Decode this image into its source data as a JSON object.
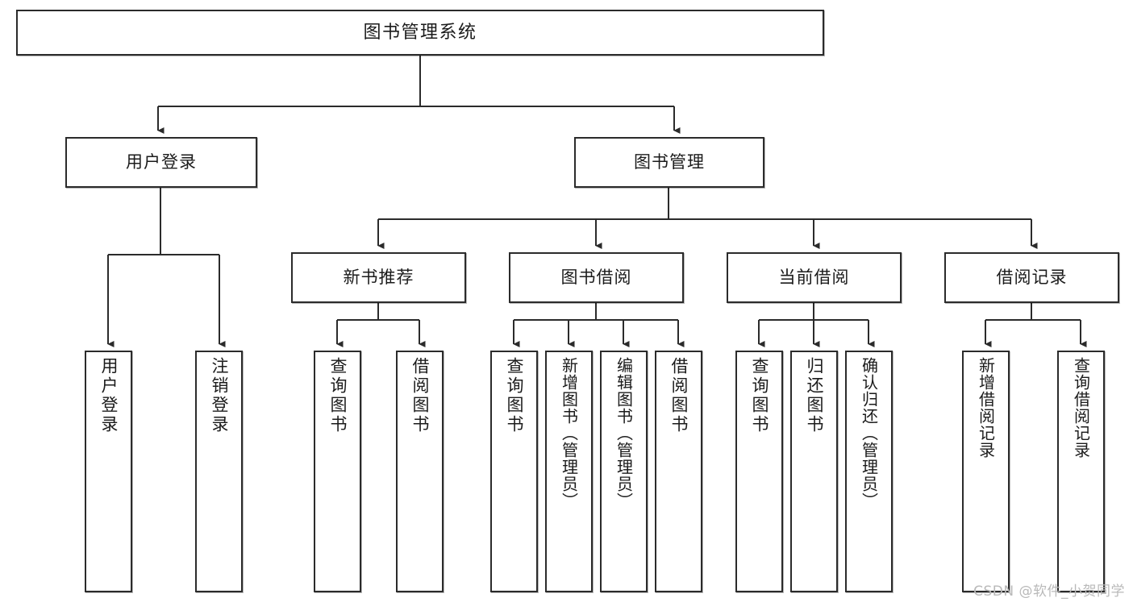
{
  "diagram": {
    "type": "tree-hierarchy",
    "title": "图书管理系统",
    "colors": {
      "stroke": "#2b2b2b",
      "fill": "#ffffff",
      "text": "#1b1b1b",
      "watermark": "#b9b9b9"
    },
    "nodes": {
      "root": {
        "label": "图书管理系统"
      },
      "level2": [
        {
          "id": "user-login",
          "label": "用户登录"
        },
        {
          "id": "book-manage",
          "label": "图书管理"
        }
      ],
      "level3": [
        {
          "id": "new-book-recommend",
          "label": "新书推荐"
        },
        {
          "id": "book-borrow",
          "label": "图书借阅"
        },
        {
          "id": "current-borrow",
          "label": "当前借阅"
        },
        {
          "id": "borrow-record",
          "label": "借阅记录"
        }
      ],
      "leaves": {
        "user-login": [
          {
            "id": "leaf-user-login",
            "label": "用户登录"
          },
          {
            "id": "leaf-logout-login",
            "label": "注销登录"
          }
        ],
        "new-book-recommend": [
          {
            "id": "leaf-query-books-1",
            "label": "查询图书"
          },
          {
            "id": "leaf-borrow-books-1",
            "label": "借阅图书"
          }
        ],
        "book-borrow": [
          {
            "id": "leaf-query-books-2",
            "label": "查询图书"
          },
          {
            "id": "leaf-add-book-admin",
            "label": "新增图书（管理员）"
          },
          {
            "id": "leaf-edit-book-admin",
            "label": "编辑图书（管理员）"
          },
          {
            "id": "leaf-borrow-books-2",
            "label": "借阅图书"
          }
        ],
        "current-borrow": [
          {
            "id": "leaf-query-books-3",
            "label": "查询图书"
          },
          {
            "id": "leaf-return-books",
            "label": "归还图书"
          },
          {
            "id": "leaf-confirm-return-admin",
            "label": "确认归还（管理员）"
          }
        ],
        "borrow-record": [
          {
            "id": "leaf-add-borrow-record",
            "label": "新增借阅记录"
          },
          {
            "id": "leaf-query-borrow-record",
            "label": "查询借阅记录"
          }
        ]
      }
    },
    "watermark": "CSDN @软件_小贺同学"
  }
}
